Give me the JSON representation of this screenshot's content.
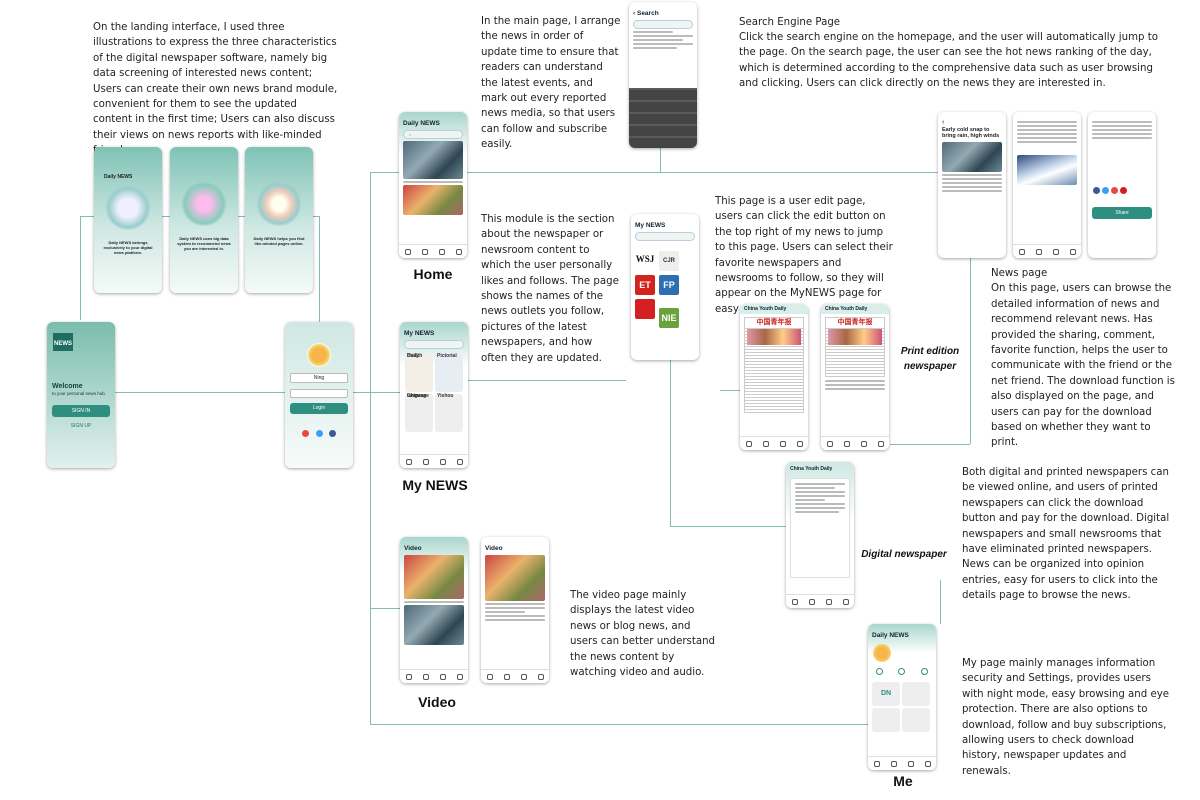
{
  "descriptions": {
    "landing": "On the landing interface, I used three illustrations to express the three characteristics of the digital newspaper software, namely big data screening of interested news content; Users can create their own news brand module, convenient for them to see the updated content in the first time; Users can also discuss their views on news reports with like-minded friends.",
    "main": "In the main page, I arrange the news in order of update time to ensure that readers can understand the latest events, and mark out every reported news media, so that users can follow and subscribe easily.",
    "search_title": "Search Engine Page",
    "search": "Click the search engine on the homepage, and the user will automatically jump to the page. On the search page, the user can see the hot news ranking of the day, which is determined according to the comprehensive data such as user browsing and clicking. Users can click directly on the news they are interested in.",
    "mynews": "This module is the section about the newspaper or newsroom content to which the user personally likes and follows. The page shows the names of the news outlets you follow, pictures of the latest newspapers, and how often they are updated.",
    "edit": "This page is a user edit page, users can click the edit button on the top right of my news to jump to this page. Users can select their favorite newspapers and newsrooms to follow, so they will appear on the MyNEWS page for easy viewing.",
    "news": "News page\nOn this page, users can browse the detailed information of news and recommend relevant news. Has provided the sharing, comment, favorite function, helps the user to communicate with the friend or the net friend. The download function is also displayed on the page, and users can pay for the download based on whether they want to print.",
    "digital": "Both digital and printed newspapers can be viewed online, and users of printed newspapers can click the download button and pay for the download. Digital newspapers and small newsrooms that have eliminated printed newspapers. News can be organized into opinion entries, easy for users to click into the details page to browse the news.",
    "video": "The video page mainly displays the latest video news or blog news, and users can better understand the news content by watching video and audio.",
    "me": "My page mainly manages information security and Settings, provides users with night mode, easy browsing and eye protection. There are also options to download, follow and buy subscriptions, allowing users to check download history, newspaper updates and renewals."
  },
  "section_labels": {
    "home": "Home",
    "mynews": "My NEWS",
    "video": "Video",
    "me": "Me",
    "print": "Print edition\nnewspaper",
    "digital": "Digital newspaper"
  },
  "screens": {
    "splash": {
      "brand": "NEWS",
      "welcome": "Welcome",
      "sub": "to your personal news hub",
      "signin": "SIGN IN",
      "signup": "SIGN UP"
    },
    "onboard": [
      {
        "title": "Daily NEWS",
        "text": "Daily NEWS belongs exclusively to your digital news platform."
      },
      {
        "title": "",
        "text": "Daily NEWS uses big data system to recommend news you are interested in."
      },
      {
        "title": "",
        "text": "Daily NEWS helps you find like-minded pages online."
      }
    ],
    "login": {
      "name": "Ning",
      "button": "Login"
    },
    "home": {
      "title": "Daily NEWS"
    },
    "search": {
      "title": "Search"
    },
    "mynews": {
      "title": "My NEWS",
      "tiles": [
        "Health Daily",
        "Pictorial",
        "Chinese language",
        "Yishou"
      ]
    },
    "edit": {
      "title": "My NEWS",
      "logos": [
        "WSJ",
        "CJR",
        "ET",
        "FP",
        "NIE"
      ]
    },
    "print": {
      "title": "China Youth Daily",
      "mast": "中国青年报"
    },
    "digital": {
      "title": "China Youth Daily"
    },
    "article": {
      "headline": "Early cold snap to bring rain, high winds",
      "share": "Share"
    },
    "video": {
      "title": "Video"
    },
    "me": {
      "title": "Daily NEWS",
      "badge": "DN"
    }
  },
  "colors": {
    "accent": "#2e8f80",
    "teal_light": "#cfe8e2",
    "connector": "#7fbfb4"
  }
}
